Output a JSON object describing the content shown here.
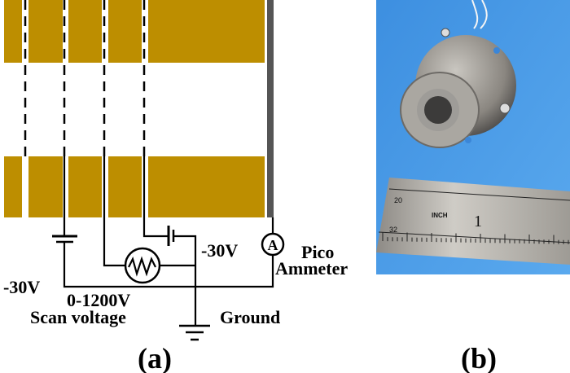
{
  "colors": {
    "electrode": "#BD8E00",
    "collector": "#555555",
    "wire": "#000000",
    "photo_bg": "#4f9ee8"
  },
  "panel_a": {
    "left_voltage": "-30V",
    "right_voltage": "-30V",
    "ammeter_symbol": "A",
    "pico": "Pico",
    "ammeter": "Ammeter",
    "scan_range": "0-1200V",
    "scan_label": "Scan voltage",
    "ground": "Ground",
    "caption": "(a)"
  },
  "panel_b": {
    "ruler_top_number": "20",
    "ruler_bottom_number": "32",
    "ruler_unit": "INCH",
    "ruler_mark": "1",
    "caption": "(b)"
  }
}
